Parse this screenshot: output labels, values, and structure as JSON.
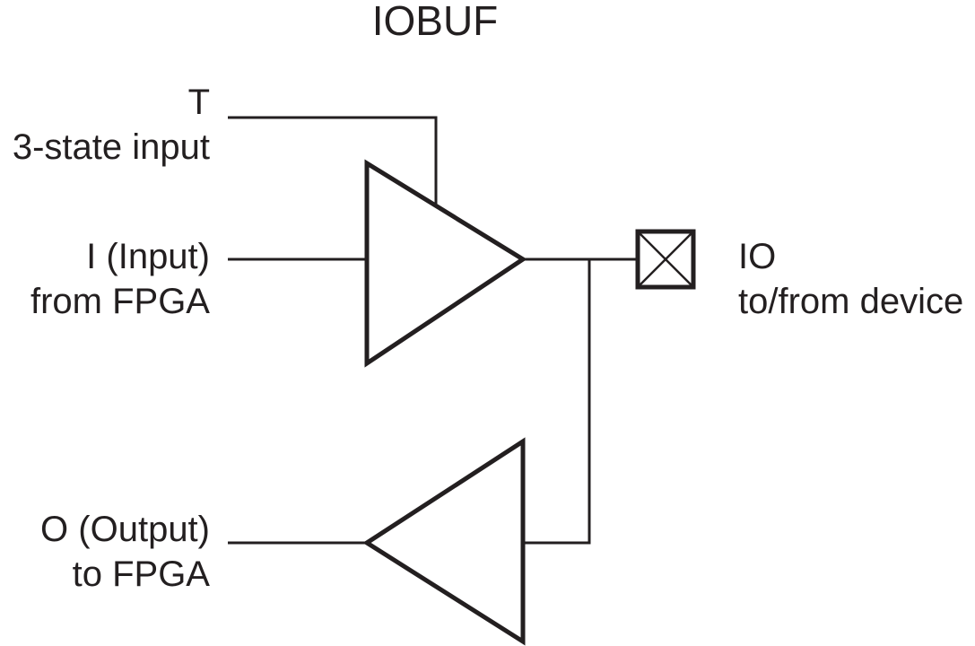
{
  "title": "IOBUF",
  "signals": {
    "t": {
      "name": "T",
      "desc": "3-state input"
    },
    "i": {
      "name": "I (Input)",
      "desc": "from FPGA"
    },
    "o": {
      "name": "O (Output)",
      "desc": "to FPGA"
    },
    "io": {
      "name": "IO",
      "desc": "to/from device"
    }
  },
  "colors": {
    "line": "#231f20",
    "background": "#ffffff"
  }
}
